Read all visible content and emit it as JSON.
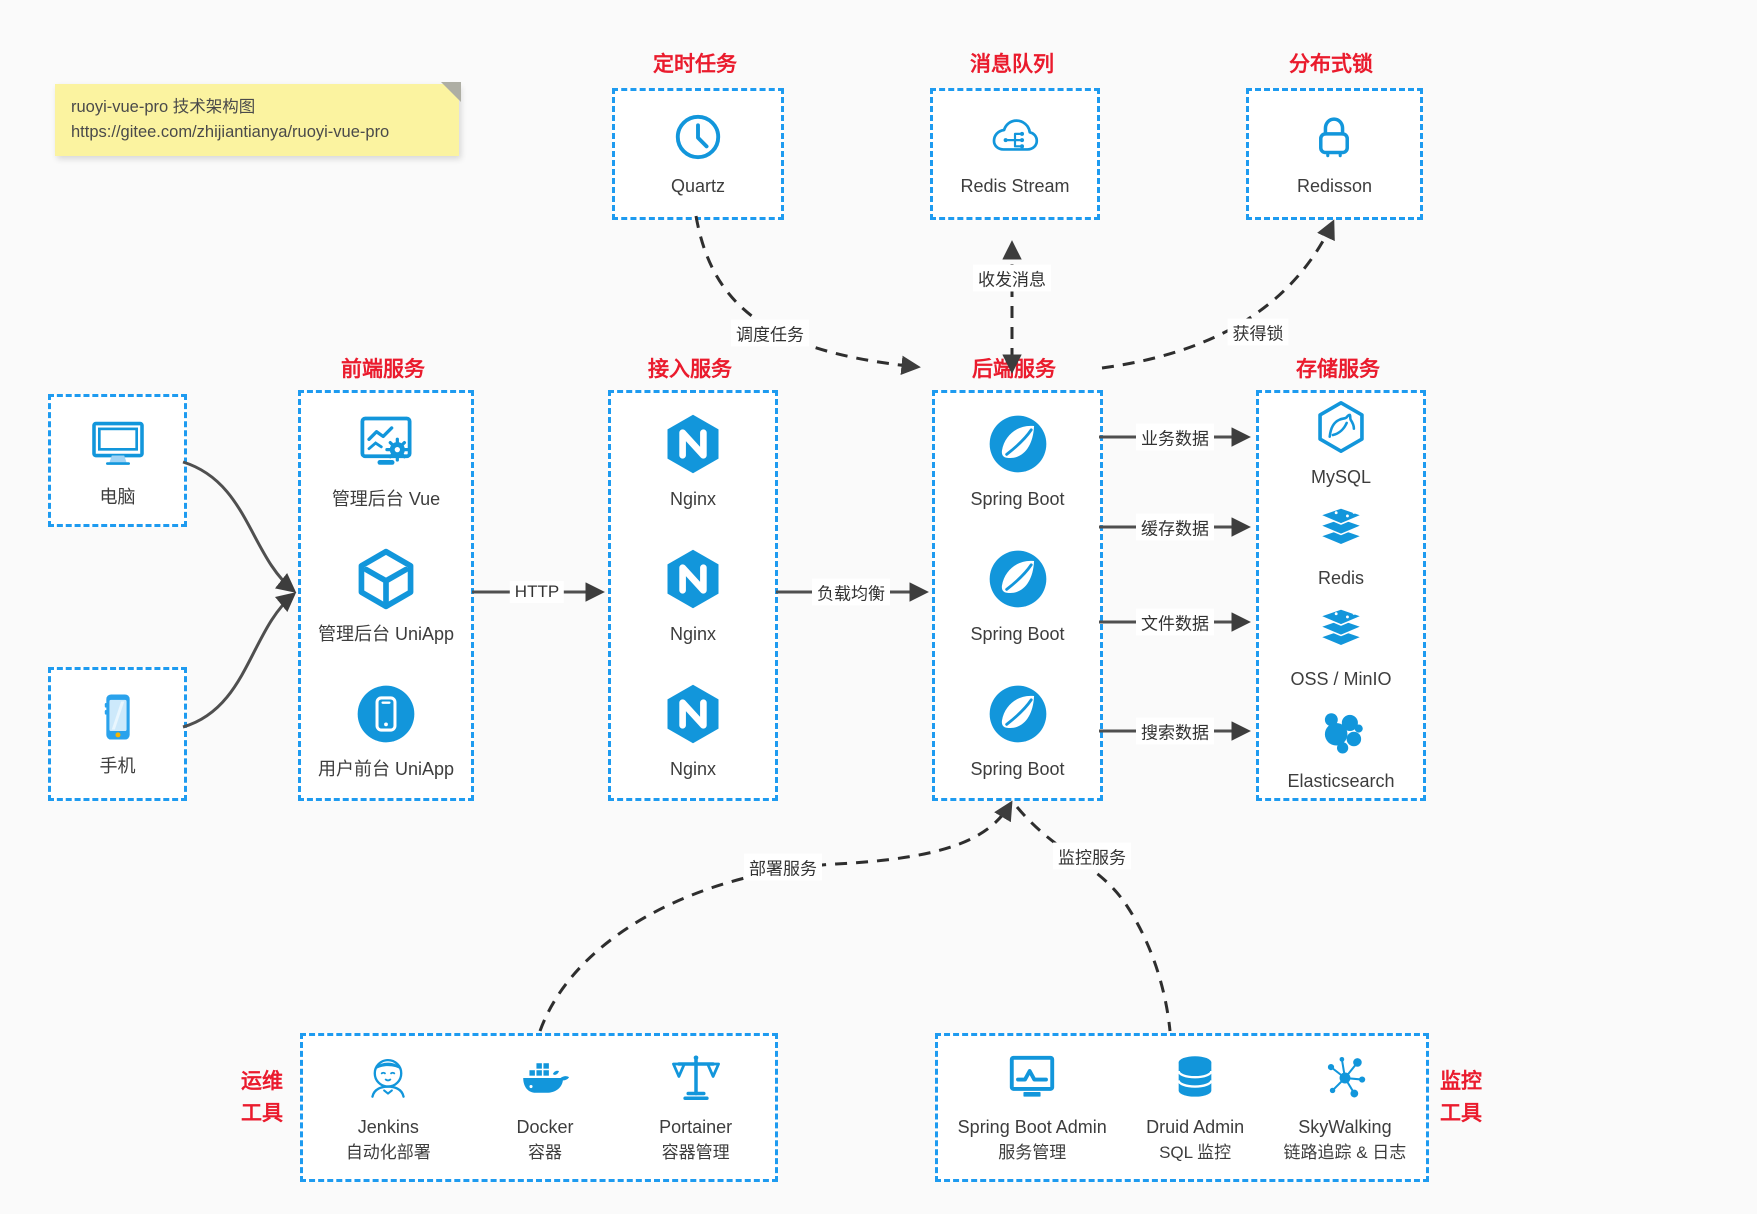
{
  "note": {
    "line1": "ruoyi-vue-pro 技术架构图",
    "line2": "https://gitee.com/zhijiantianya/ruoyi-vue-pro"
  },
  "colors": {
    "accent_blue": "#1296db",
    "border_blue": "#1e9bf0",
    "title_red": "#ea1b2d"
  },
  "groups": {
    "scheduler": {
      "title": "定时任务",
      "items": [
        {
          "label": "Quartz",
          "icon": "clock-icon"
        }
      ]
    },
    "mq": {
      "title": "消息队列",
      "items": [
        {
          "label": "Redis Stream",
          "icon": "cloud-stream-icon"
        }
      ]
    },
    "lock": {
      "title": "分布式锁",
      "items": [
        {
          "label": "Redisson",
          "icon": "lock-icon"
        }
      ]
    },
    "client_pc": {
      "items": [
        {
          "label": "电脑",
          "icon": "desktop-icon"
        }
      ]
    },
    "client_mobile": {
      "items": [
        {
          "label": "手机",
          "icon": "smartphone-icon"
        }
      ]
    },
    "frontend": {
      "title": "前端服务",
      "items": [
        {
          "label": "管理后台 Vue",
          "icon": "admin-vue-icon"
        },
        {
          "label": "管理后台 UniApp",
          "icon": "cube-icon"
        },
        {
          "label": "用户前台 UniApp",
          "icon": "mobile-app-icon"
        }
      ]
    },
    "gateway": {
      "title": "接入服务",
      "items": [
        {
          "label": "Nginx",
          "icon": "nginx-icon"
        },
        {
          "label": "Nginx",
          "icon": "nginx-icon"
        },
        {
          "label": "Nginx",
          "icon": "nginx-icon"
        }
      ]
    },
    "backend": {
      "title": "后端服务",
      "items": [
        {
          "label": "Spring Boot",
          "icon": "spring-boot-icon"
        },
        {
          "label": "Spring Boot",
          "icon": "spring-boot-icon"
        },
        {
          "label": "Spring Boot",
          "icon": "spring-boot-icon"
        }
      ]
    },
    "storage": {
      "title": "存储服务",
      "items": [
        {
          "label": "MySQL",
          "icon": "mysql-icon"
        },
        {
          "label": "Redis",
          "icon": "redis-stack-icon"
        },
        {
          "label": "OSS / MinIO",
          "icon": "oss-stack-icon"
        },
        {
          "label": "Elasticsearch",
          "icon": "elasticsearch-icon"
        }
      ]
    },
    "ops": {
      "title_line1": "运维",
      "title_line2": "工具",
      "items": [
        {
          "label": "Jenkins",
          "sublabel": "自动化部署",
          "icon": "jenkins-icon"
        },
        {
          "label": "Docker",
          "sublabel": "容器",
          "icon": "docker-icon"
        },
        {
          "label": "Portainer",
          "sublabel": "容器管理",
          "icon": "portainer-icon"
        }
      ]
    },
    "monitor": {
      "title_line1": "监控",
      "title_line2": "工具",
      "items": [
        {
          "label": "Spring Boot Admin",
          "sublabel": "服务管理",
          "icon": "sba-icon"
        },
        {
          "label": "Druid Admin",
          "sublabel": "SQL 监控",
          "icon": "druid-icon"
        },
        {
          "label": "SkyWalking",
          "sublabel": "链路追踪 & 日志",
          "icon": "skywalking-icon"
        }
      ]
    }
  },
  "edges": {
    "http": "HTTP",
    "load_balance": "负载均衡",
    "schedule_task": "调度任务",
    "send_receive_msg": "收发消息",
    "acquire_lock": "获得锁",
    "business_data": "业务数据",
    "cache_data": "缓存数据",
    "file_data": "文件数据",
    "search_data": "搜索数据",
    "deploy_service": "部署服务",
    "monitor_service": "监控服务"
  }
}
